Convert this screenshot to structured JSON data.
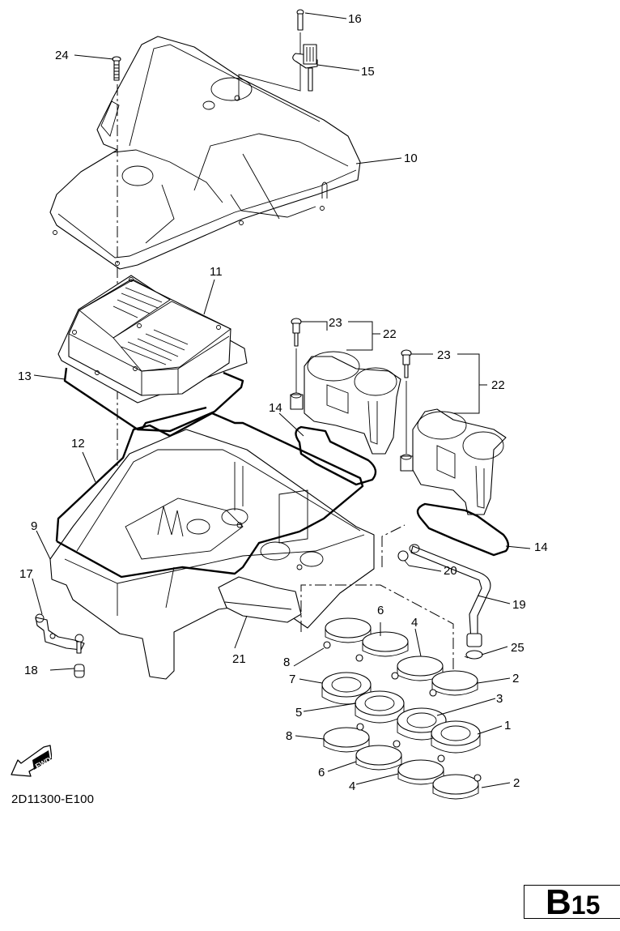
{
  "diagram": {
    "title": "Air filter / intake assembly exploded view",
    "callouts": [
      {
        "id": "16",
        "label": "16"
      },
      {
        "id": "24",
        "label": "24"
      },
      {
        "id": "15",
        "label": "15"
      },
      {
        "id": "10",
        "label": "10"
      },
      {
        "id": "11",
        "label": "11"
      },
      {
        "id": "23a",
        "label": "23"
      },
      {
        "id": "22a",
        "label": "22"
      },
      {
        "id": "23b",
        "label": "23"
      },
      {
        "id": "22b",
        "label": "22"
      },
      {
        "id": "13",
        "label": "13"
      },
      {
        "id": "14a",
        "label": "14"
      },
      {
        "id": "12",
        "label": "12"
      },
      {
        "id": "14b",
        "label": "14"
      },
      {
        "id": "9",
        "label": "9"
      },
      {
        "id": "20",
        "label": "20"
      },
      {
        "id": "17",
        "label": "17"
      },
      {
        "id": "19",
        "label": "19"
      },
      {
        "id": "6a",
        "label": "6"
      },
      {
        "id": "4a",
        "label": "4"
      },
      {
        "id": "21",
        "label": "21"
      },
      {
        "id": "8a",
        "label": "8"
      },
      {
        "id": "25",
        "label": "25"
      },
      {
        "id": "18",
        "label": "18"
      },
      {
        "id": "7",
        "label": "7"
      },
      {
        "id": "2a",
        "label": "2"
      },
      {
        "id": "3",
        "label": "3"
      },
      {
        "id": "5",
        "label": "5"
      },
      {
        "id": "1",
        "label": "1"
      },
      {
        "id": "8b",
        "label": "8"
      },
      {
        "id": "6b",
        "label": "6"
      },
      {
        "id": "4b",
        "label": "4"
      },
      {
        "id": "2b",
        "label": "2"
      }
    ]
  },
  "fwd_indicator": {
    "label": "FWD",
    "icon": "forward-arrow-icon"
  },
  "diagram_code": "2D11300-E100",
  "page_badge": {
    "prefix": "B",
    "number": "15"
  }
}
